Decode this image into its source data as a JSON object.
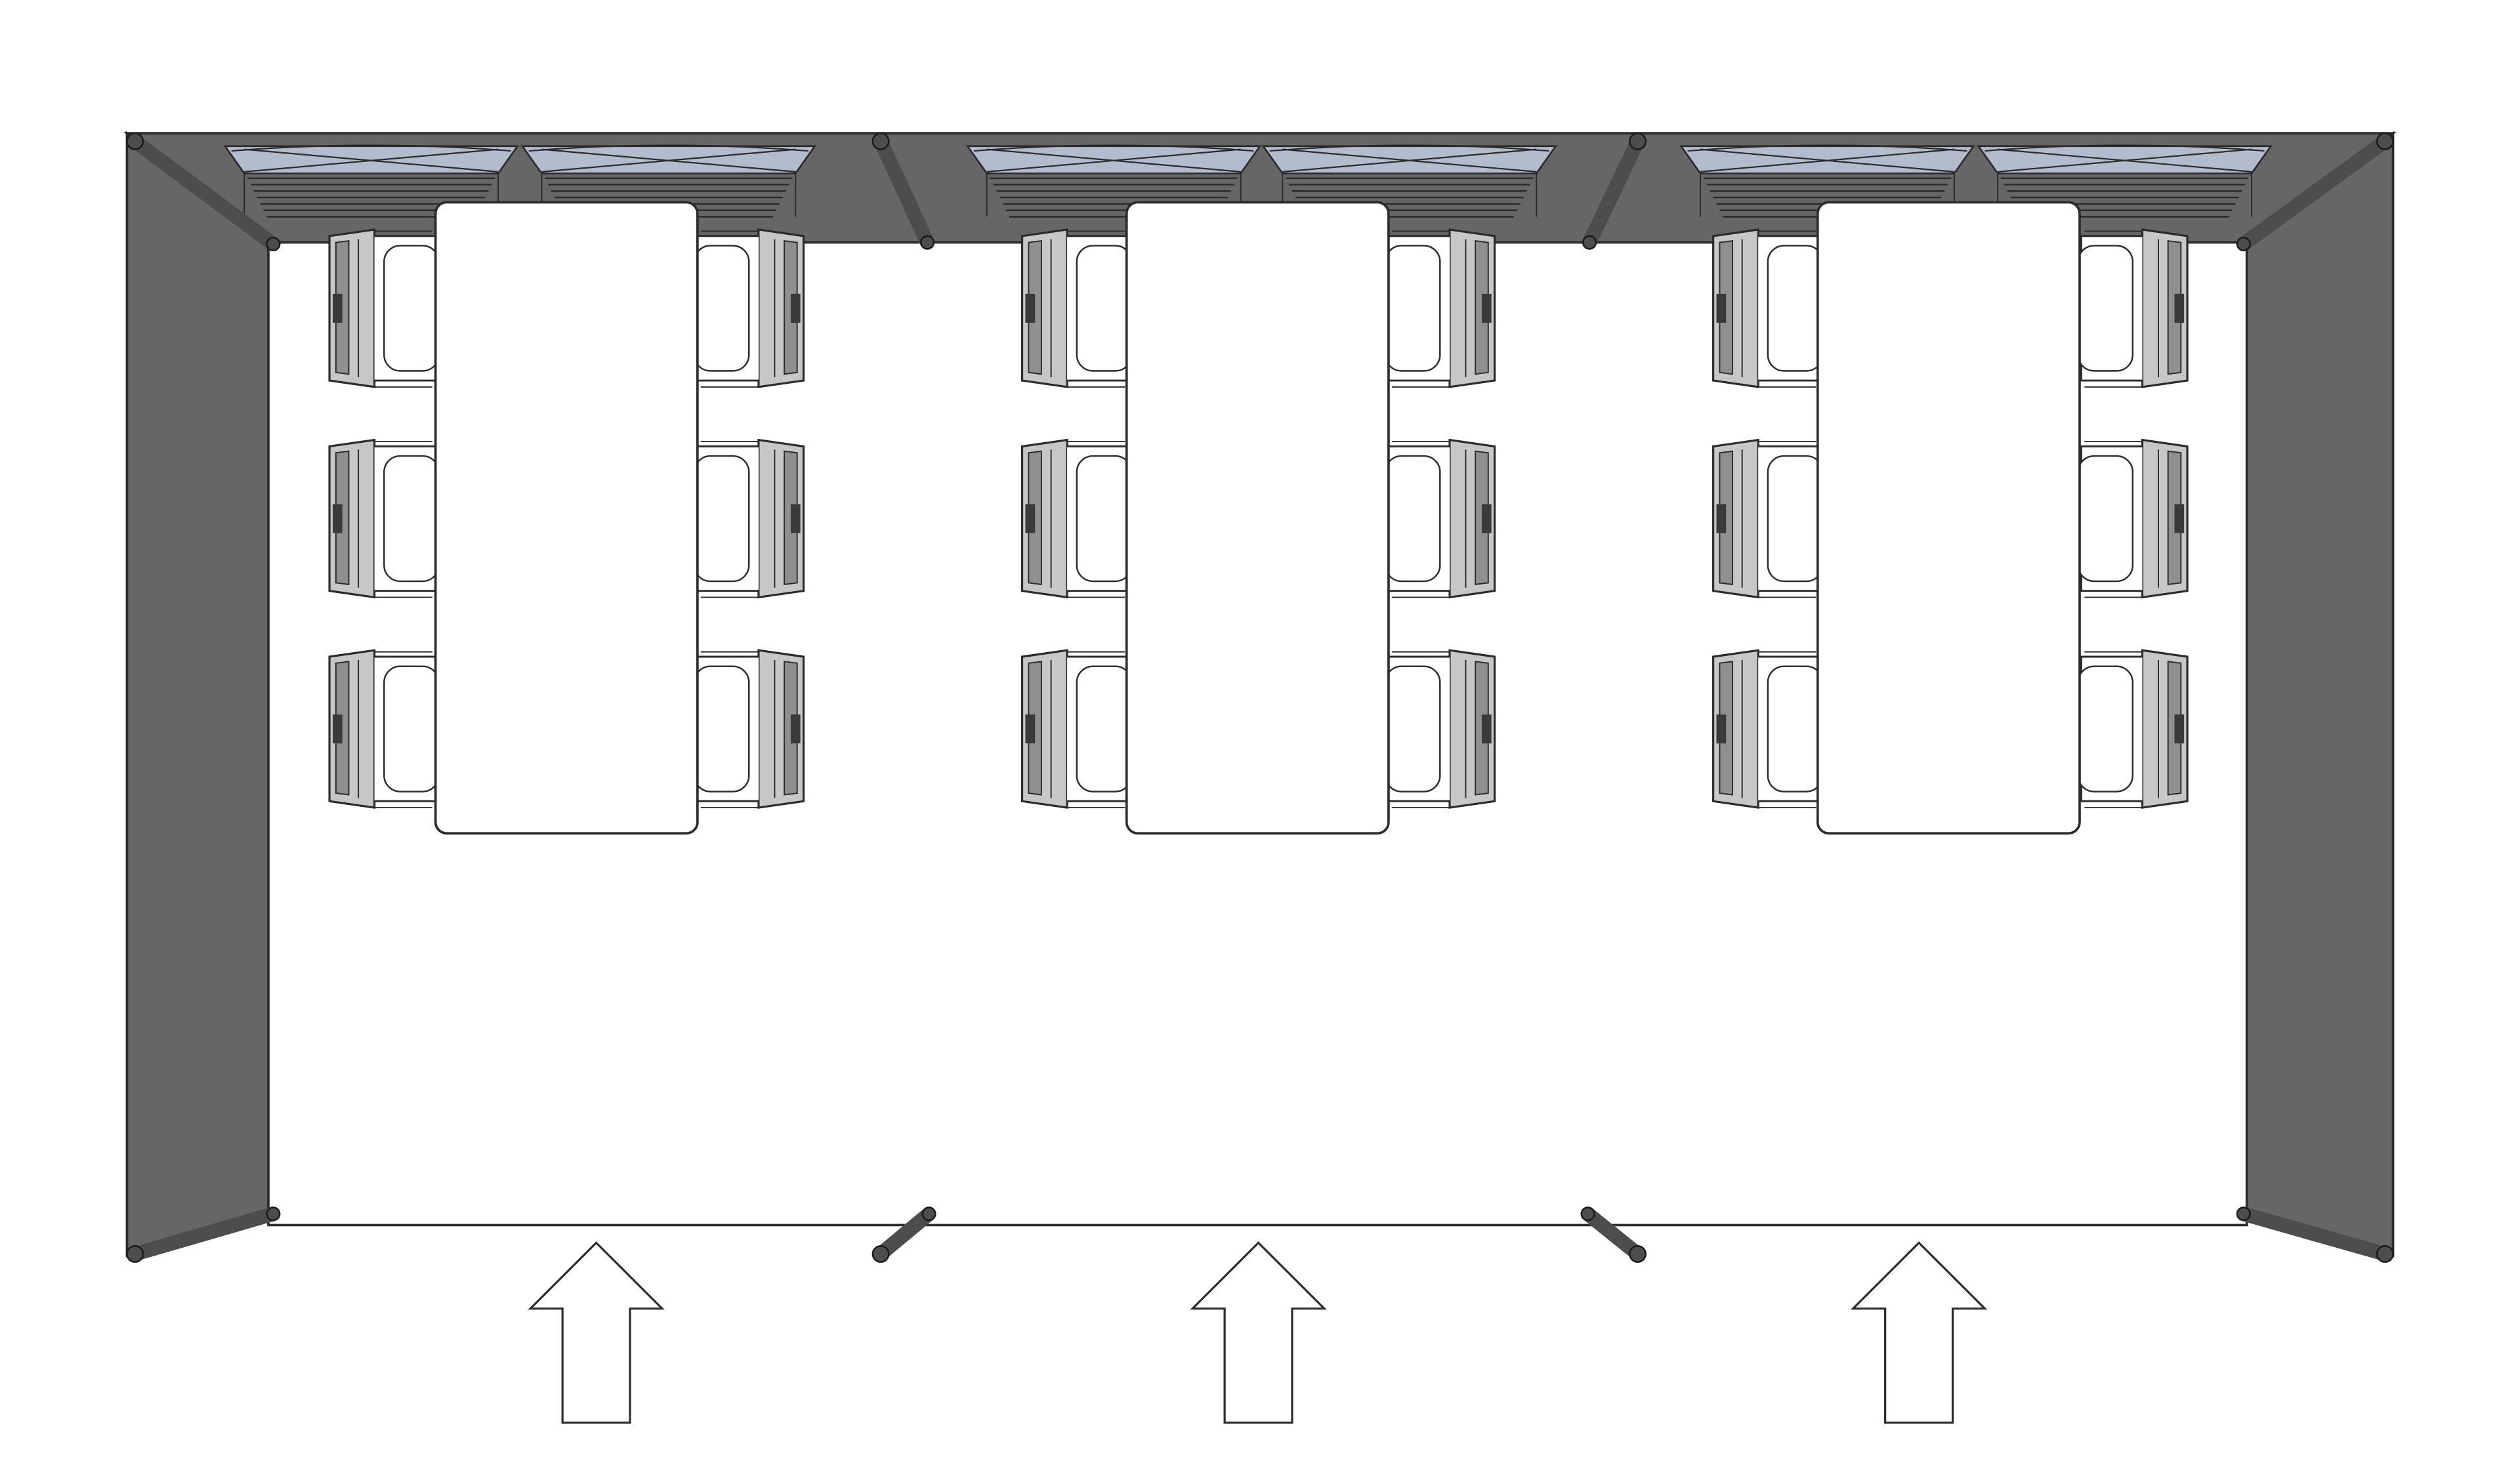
{
  "diagram": {
    "kind": "floor-plan",
    "structure": "tent",
    "bays": 3,
    "tables_per_bay": 1,
    "chairs_per_side": 3,
    "entrance_arrows": 3,
    "colors": {
      "wall": "#666666",
      "outline": "#2b2b2b",
      "window": "#b3bccd",
      "chair_back": "#bdbdbd",
      "pole": "#4d4d4d",
      "background": "#ffffff"
    }
  }
}
